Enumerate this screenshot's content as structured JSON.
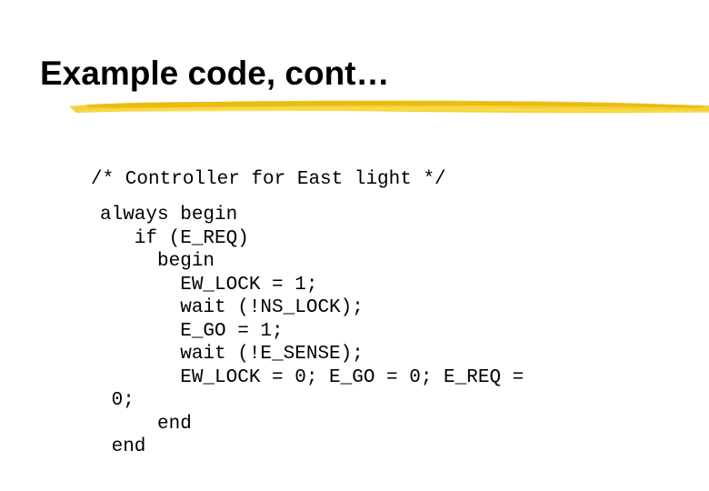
{
  "slide": {
    "title": "Example code, cont…",
    "underline_color": "#f2c818"
  },
  "code": {
    "comment": "/* Controller for East light */",
    "lines": [
      "always begin",
      "   if (E_REQ)",
      "     begin",
      "       EW_LOCK = 1;",
      "       wait (!NS_LOCK);",
      "       E_GO = 1;",
      "       wait (!E_SENSE);",
      "       EW_LOCK = 0; E_GO = 0; E_REQ =",
      " 0;",
      "     end",
      " end"
    ]
  }
}
